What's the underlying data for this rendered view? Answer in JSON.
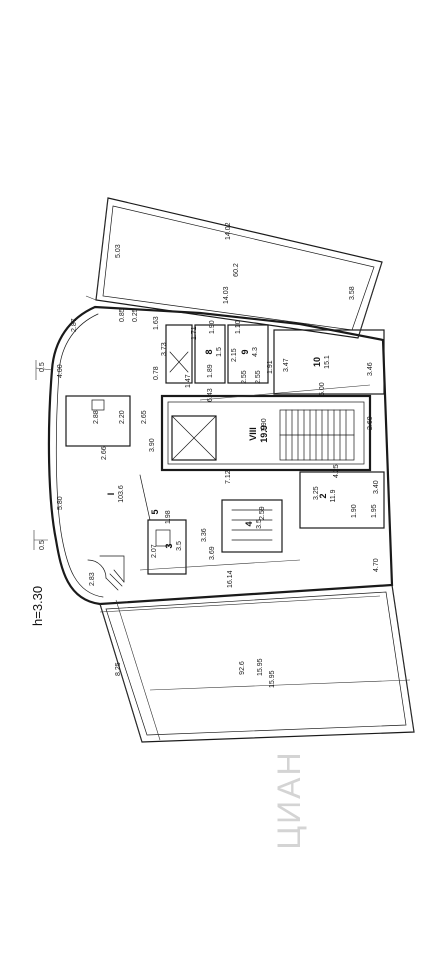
{
  "height_mark": "h=3.30",
  "rooms": [
    {
      "id": "I",
      "area": "103.6"
    },
    {
      "id": "2",
      "area": "11.9"
    },
    {
      "id": "3",
      "area": "3.5"
    },
    {
      "id": "4",
      "area": "3.5"
    },
    {
      "id": "5",
      "area": ""
    },
    {
      "id": "8",
      "area": "1.5"
    },
    {
      "id": "9",
      "area": "4.3"
    },
    {
      "id": "10",
      "area": "15.1"
    },
    {
      "id": "VIII",
      "area": "19.9"
    }
  ],
  "unlabeled_areas": [
    "60.2",
    "92.6"
  ],
  "dimensions": [
    "14.02",
    "14.03",
    "5.03",
    "3.58",
    "2.87",
    "0.85",
    "0.25",
    "1.63",
    "3.73",
    "1.71",
    "1.90",
    "1.10",
    "0.78",
    "1.47",
    "1.89",
    "2.15",
    "2.55",
    "1.91",
    "2.55",
    "4.00",
    "6.43",
    "3.47",
    "5.00",
    "3.46",
    "2.88",
    "2.20",
    "2.65",
    "2.66",
    "3.90",
    "7.12",
    "1.90",
    "4.25",
    "2.60",
    "3.40",
    "5.80",
    "1.98",
    "2.07",
    "3.36",
    "3.69",
    "3.25",
    "2.59",
    "1.90",
    "1.95",
    "16.14",
    "2.83",
    "8.25",
    "15.95",
    "15.95",
    "4.70",
    "0.5",
    "0.5"
  ],
  "watermark": "ЦИАН"
}
